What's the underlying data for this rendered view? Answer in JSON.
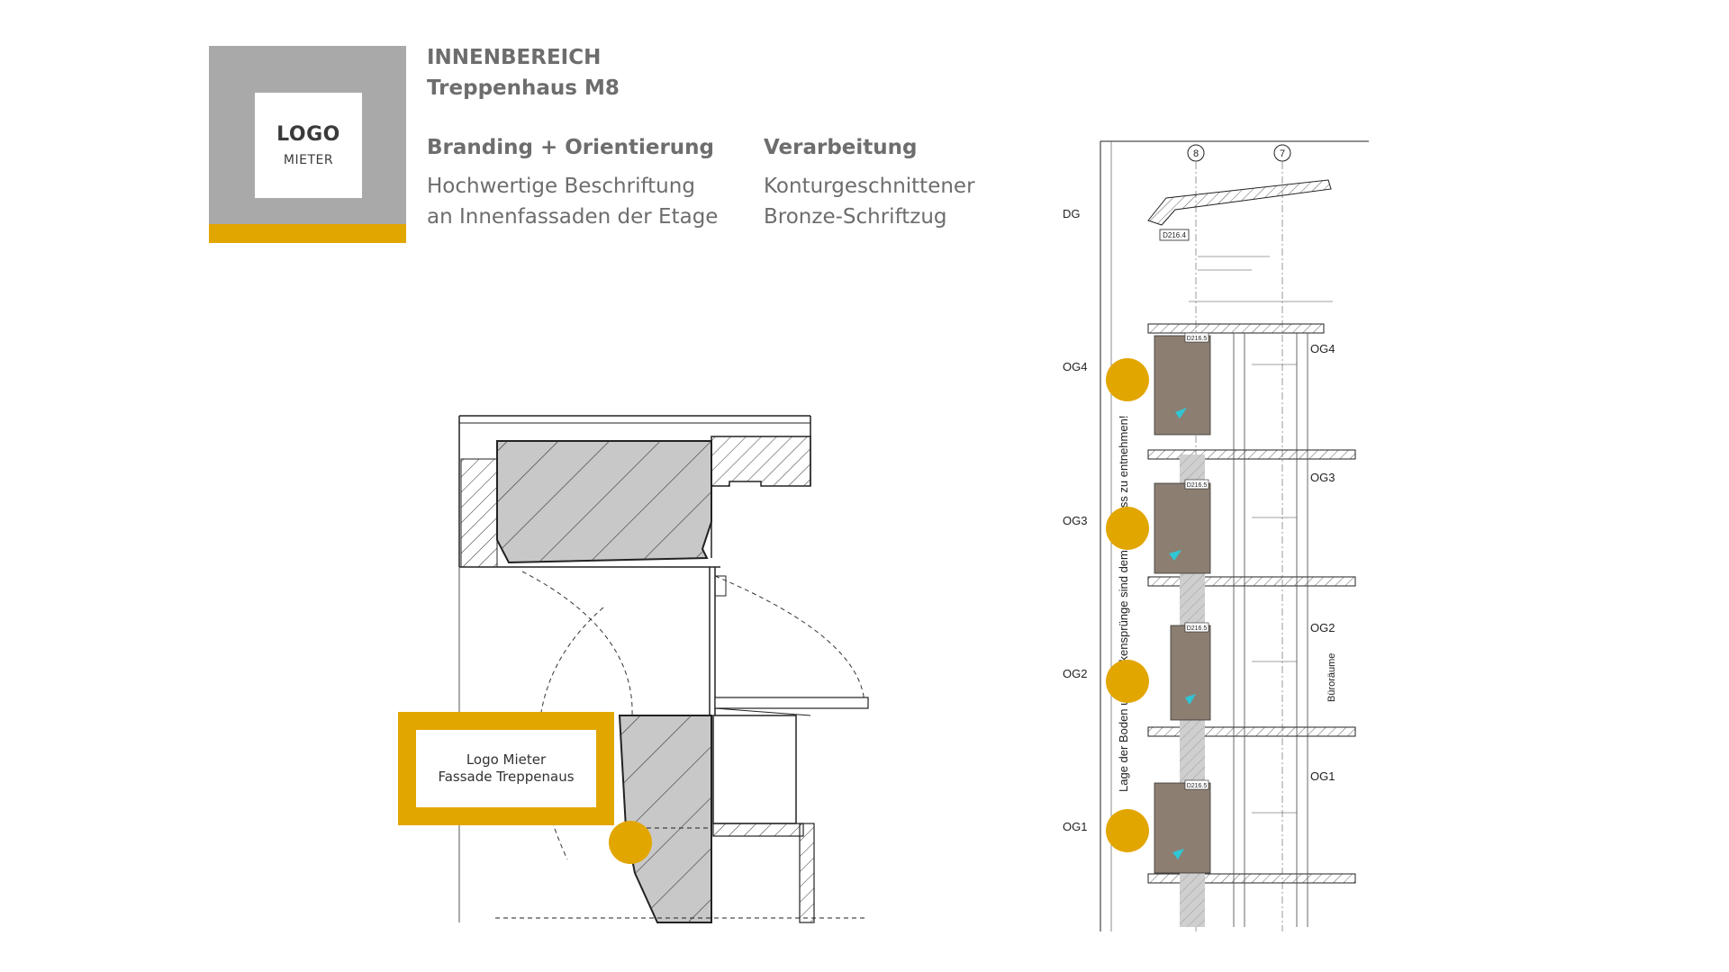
{
  "logo": {
    "line1": "LOGO",
    "line2": "MIETER"
  },
  "header": {
    "title": "INNENBEREICH",
    "subtitle": "Treppenhaus M8"
  },
  "col1": {
    "heading": "Branding + Orientierung",
    "line1": "Hochwertige Beschriftung",
    "line2": "an Innenfassaden der Etage"
  },
  "col2": {
    "heading": "Verarbeitung",
    "line1": "Konturgeschnittener",
    "line2": "Bronze-Schriftzug"
  },
  "callout": {
    "line1": "Logo Mieter",
    "line2": "Fassade Treppenaus"
  },
  "section": {
    "axis_left": "8",
    "axis_right": "7",
    "floors": {
      "dg": "DG",
      "og4": "OG4",
      "og3": "OG3",
      "og2": "OG2",
      "og1": "OG1"
    },
    "vertical_note": "Lage der Boden und Deckensprünge sind dem Grundriss zu entnehmen!",
    "tags": [
      "D216.4",
      "D216.5",
      "D216.5",
      "D216.5",
      "D216.5"
    ],
    "side_label": "Büroräume"
  },
  "colors": {
    "accent": "#e2a600",
    "tile": "#a9a9a9",
    "text": "#6d6d6d"
  }
}
